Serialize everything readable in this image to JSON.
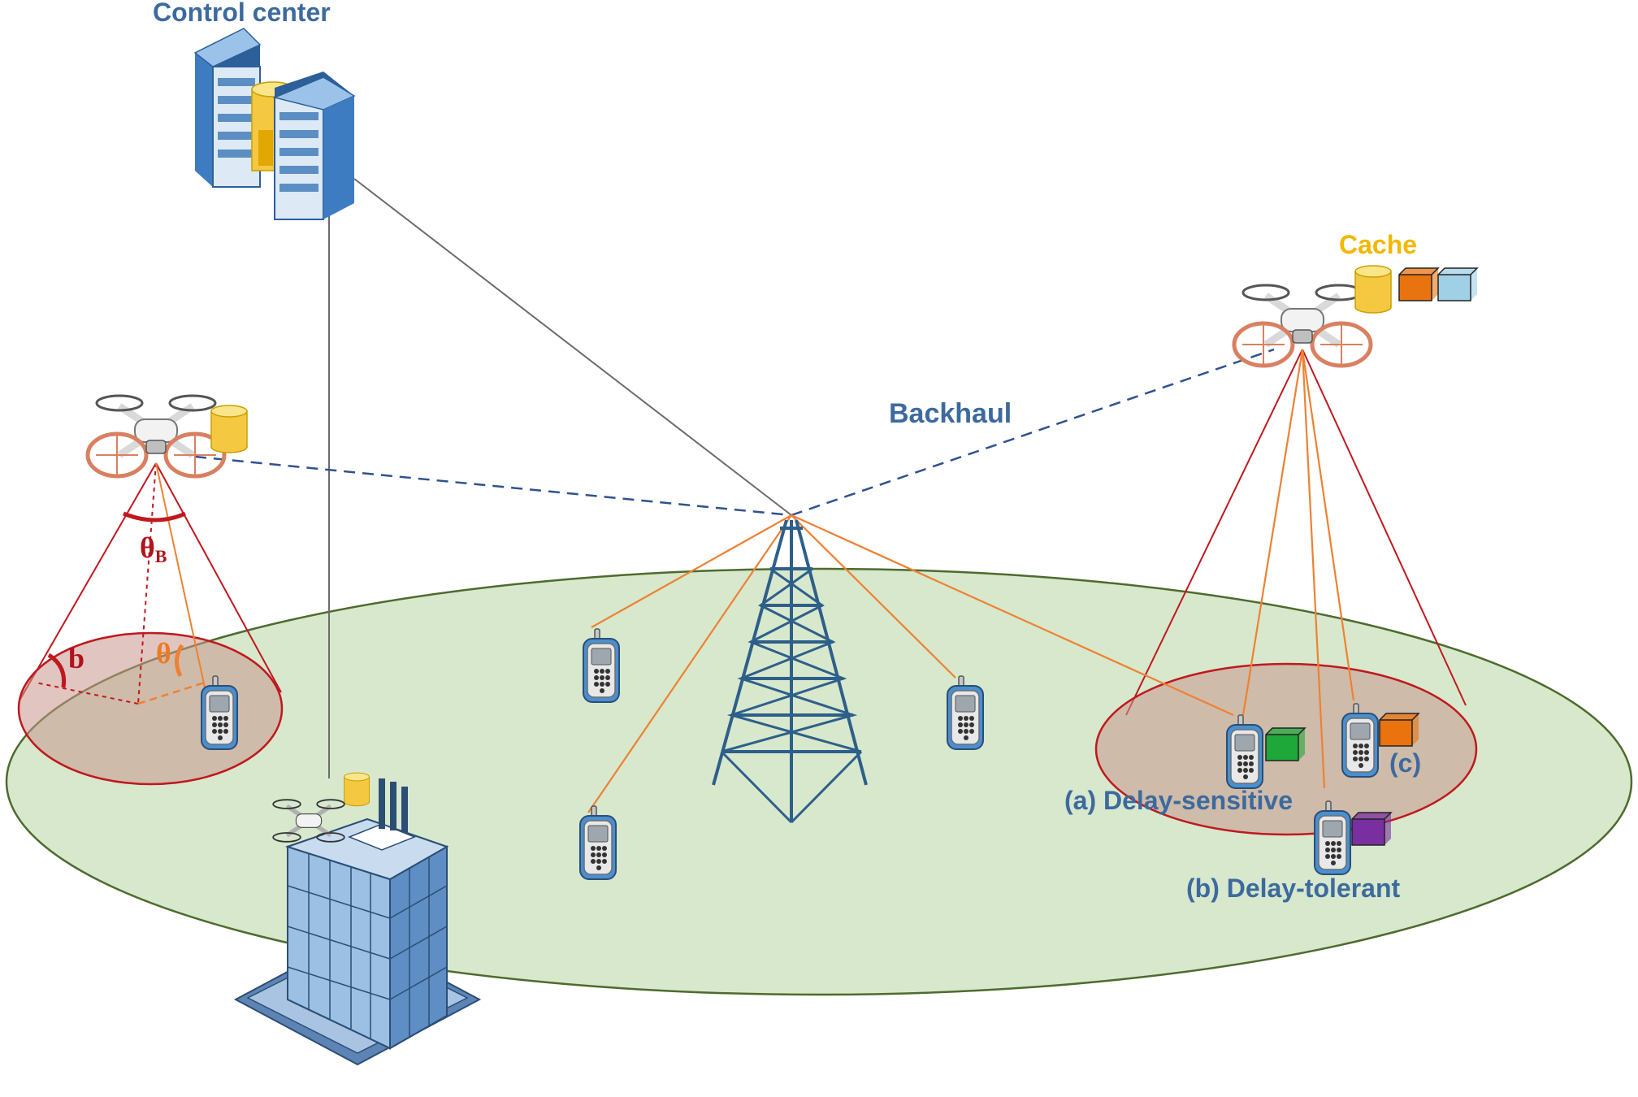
{
  "labels": {
    "control_center": "Control center",
    "cache": "Cache",
    "backhaul": "Backhaul",
    "delay_sensitive": "(a) Delay-sensitive",
    "delay_tolerant": "(b) Delay-tolerant",
    "case_c": "(c)",
    "theta_b_main": "θ",
    "theta_b_sub": "B",
    "theta": "θ",
    "b": "b"
  },
  "colors": {
    "ground": "#d7e8cc",
    "ground_edge": "#4d6b2e",
    "coverage_fill": "#c9958c",
    "coverage_edge": "#c0181f",
    "orange_link": "#ee8133",
    "backhaul_link": "#2f528f",
    "wired_link": "#6b6b6b",
    "tower": "#2e5f8a",
    "server": "#3e7cc2",
    "cache_cylinder": "#f5c842",
    "content_green": "#1fa83a",
    "content_orange": "#e8730f",
    "content_lightblue": "#9fd0e6",
    "content_purple": "#7a2fa0"
  },
  "icons": [
    "server-icon",
    "database-cylinder-icon",
    "drone-icon",
    "cell-tower-icon",
    "handset-icon",
    "building-icon",
    "content-cube-icon"
  ]
}
